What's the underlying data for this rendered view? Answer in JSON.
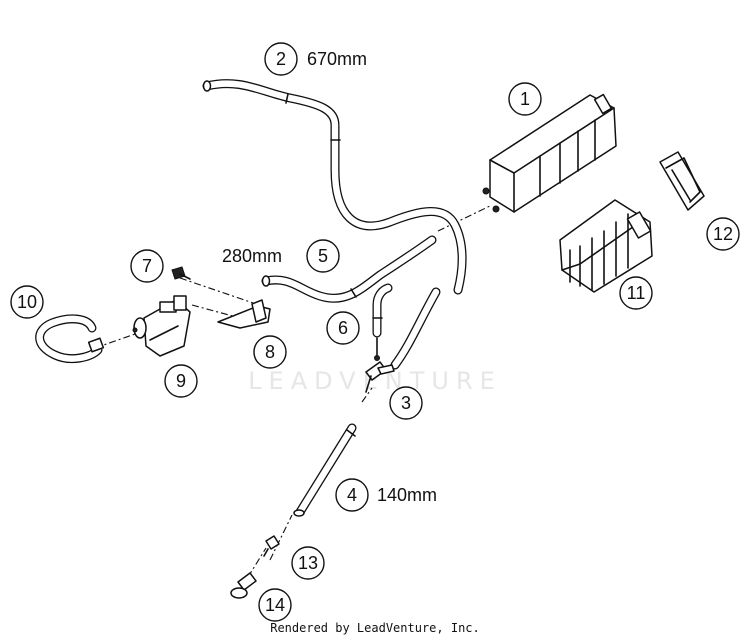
{
  "diagram": {
    "watermark": "LEADVENTURE",
    "credit": "Rendered by LeadVenture, Inc.",
    "callouts": [
      {
        "id": "1",
        "label": "1",
        "length": ""
      },
      {
        "id": "2",
        "label": "2",
        "length": "670mm"
      },
      {
        "id": "3",
        "label": "3",
        "length": ""
      },
      {
        "id": "4",
        "label": "4",
        "length": "140mm"
      },
      {
        "id": "5",
        "label": "5",
        "length": "280mm"
      },
      {
        "id": "6",
        "label": "6",
        "length": ""
      },
      {
        "id": "7",
        "label": "7",
        "length": ""
      },
      {
        "id": "8",
        "label": "8",
        "length": ""
      },
      {
        "id": "9",
        "label": "9",
        "length": ""
      },
      {
        "id": "10",
        "label": "10",
        "length": ""
      },
      {
        "id": "11",
        "label": "11",
        "length": ""
      },
      {
        "id": "12",
        "label": "12",
        "length": ""
      },
      {
        "id": "13",
        "label": "13",
        "length": ""
      },
      {
        "id": "14",
        "label": "14",
        "length": ""
      }
    ]
  }
}
